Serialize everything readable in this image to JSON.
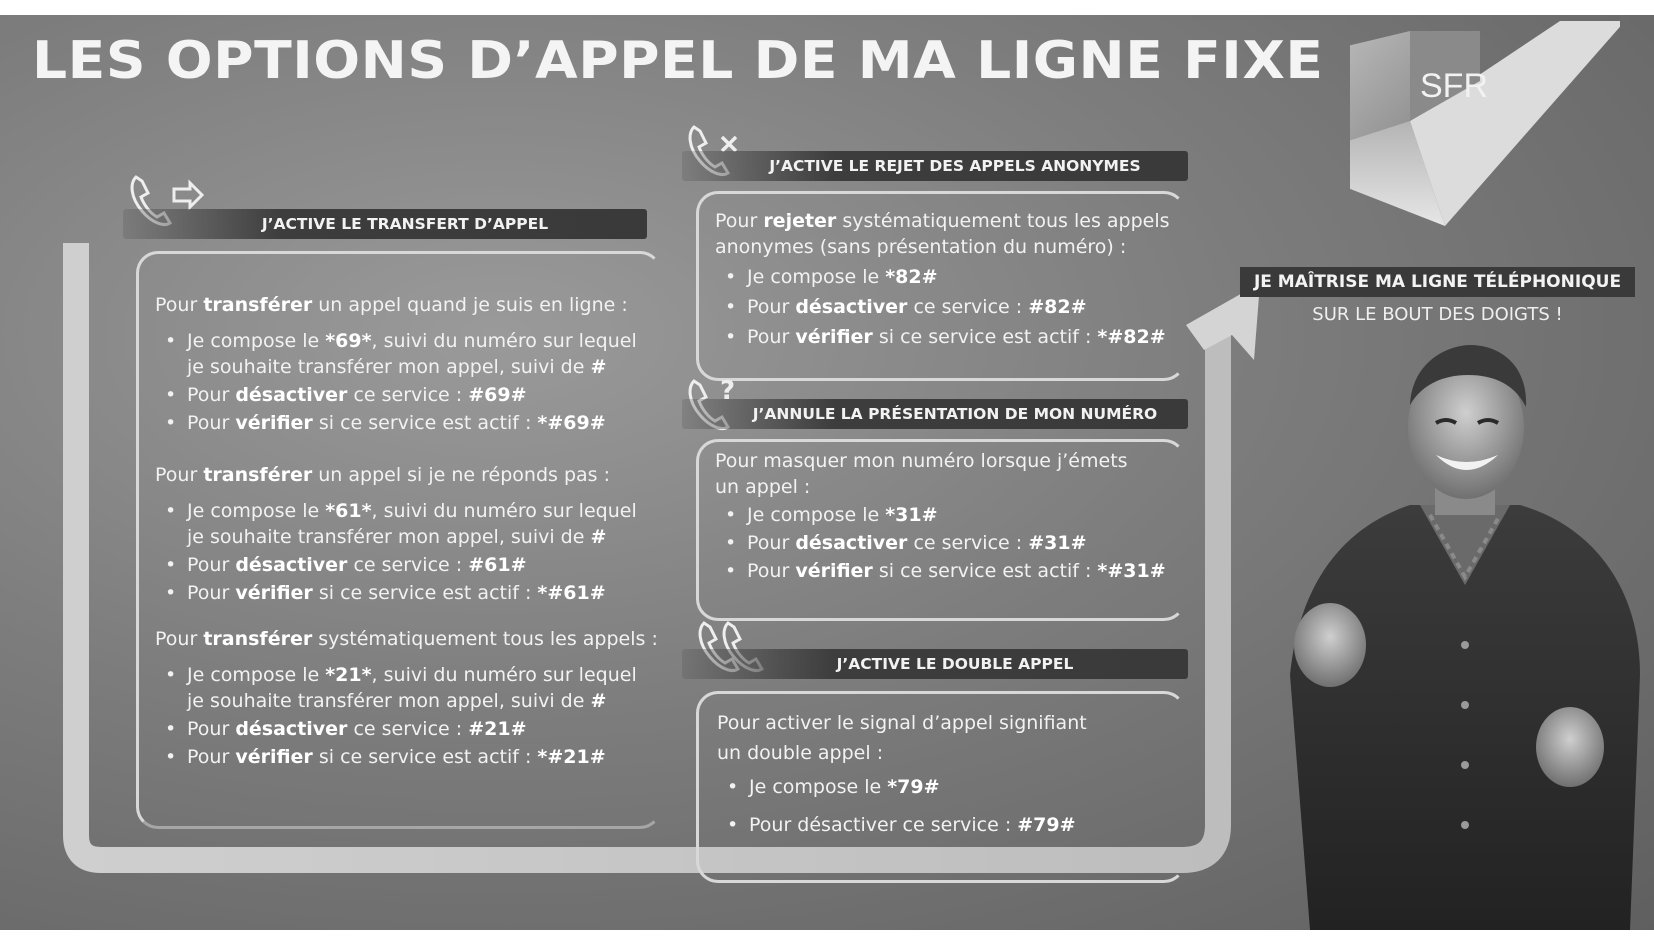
{
  "title": "LES OPTIONS D’APPEL DE MA LIGNE FIXE",
  "logo": {
    "text": "SFR"
  },
  "tagline": {
    "line1": "JE MAÎTRISE MA LIGNE TÉLÉPHONIQUE",
    "line2": "SUR LE BOUT DES DOIGTS !"
  },
  "sections": {
    "transfer": {
      "header": "J’ACTIVE LE TRANSFERT D’APPEL",
      "icon": "phone-forward-icon",
      "blocks": [
        {
          "intro_pre": "Pour ",
          "intro_bold": "transférer",
          "intro_post": " un appel quand je suis en ligne :",
          "items": [
            {
              "pre": "Je compose le ",
              "code": "*69*",
              "post": ", suivi du numéro sur lequel",
              "line2_pre": "je souhaite transférer mon appel, suivi de ",
              "line2_code": "#"
            },
            {
              "pre": "Pour ",
              "bold": "désactiver",
              "post": " ce service : ",
              "code": "#69#"
            },
            {
              "pre": "Pour ",
              "bold": "vérifier",
              "post": " si ce service est actif : ",
              "code": "*#69#"
            }
          ]
        },
        {
          "intro_pre": "Pour ",
          "intro_bold": "transférer",
          "intro_post": " un appel si je ne réponds pas :",
          "items": [
            {
              "pre": "Je compose le ",
              "code": "*61*",
              "post": ", suivi du numéro sur lequel",
              "line2_pre": "je souhaite transférer mon appel, suivi de ",
              "line2_code": "#"
            },
            {
              "pre": "Pour ",
              "bold": "désactiver",
              "post": " ce service : ",
              "code": "#61#"
            },
            {
              "pre": "Pour ",
              "bold": "vérifier",
              "post": " si ce service est actif : ",
              "code": "*#61#"
            }
          ]
        },
        {
          "intro_pre": "Pour ",
          "intro_bold": "transférer",
          "intro_post": " systématiquement tous les appels :",
          "items": [
            {
              "pre": "Je compose le ",
              "code": "*21*",
              "post": ", suivi du numéro sur lequel",
              "line2_pre": "je souhaite transférer mon appel, suivi de ",
              "line2_code": "#"
            },
            {
              "pre": "Pour ",
              "bold": "désactiver",
              "post": " ce service : ",
              "code": "#21#"
            },
            {
              "pre": "Pour ",
              "bold": "vérifier",
              "post": " si ce service est actif : ",
              "code": "*#21#"
            }
          ]
        }
      ]
    },
    "reject": {
      "header": "J’ACTIVE LE REJET DES APPELS ANONYMES",
      "icon": "phone-reject-icon",
      "intro_pre": "Pour ",
      "intro_bold": "rejeter",
      "intro_post": " systématiquement tous les appels",
      "intro_line2": "anonymes (sans présentation du numéro) :",
      "items": [
        {
          "pre": "Je compose le ",
          "code": "*82#"
        },
        {
          "pre": "Pour ",
          "bold": "désactiver",
          "post": " ce service : ",
          "code": "#82#"
        },
        {
          "pre": "Pour ",
          "bold": "vérifier",
          "post": " si ce service est actif : ",
          "code": "*#82#"
        }
      ]
    },
    "hide": {
      "header": "J’ANNULE LA PRÉSENTATION DE MON NUMÉRO",
      "icon": "phone-question-icon",
      "intro_line1": "Pour masquer mon numéro lorsque j’émets",
      "intro_line2": "un appel :",
      "items": [
        {
          "pre": "Je compose le ",
          "code": "*31#"
        },
        {
          "pre": "Pour ",
          "bold": "désactiver",
          "post": " ce service : ",
          "code": "#31#"
        },
        {
          "pre": "Pour ",
          "bold": "vérifier",
          "post": " si ce service est actif : ",
          "code": "*#31#"
        }
      ]
    },
    "double": {
      "header": "J’ACTIVE LE DOUBLE APPEL",
      "icon": "double-phone-icon",
      "intro_line1": "Pour activer le signal d’appel signifiant",
      "intro_line2": "un double appel :",
      "items": [
        {
          "pre": "Je compose le ",
          "code": "*79#"
        },
        {
          "pre": "Pour désactiver ce service : ",
          "code": "#79#"
        }
      ]
    }
  }
}
